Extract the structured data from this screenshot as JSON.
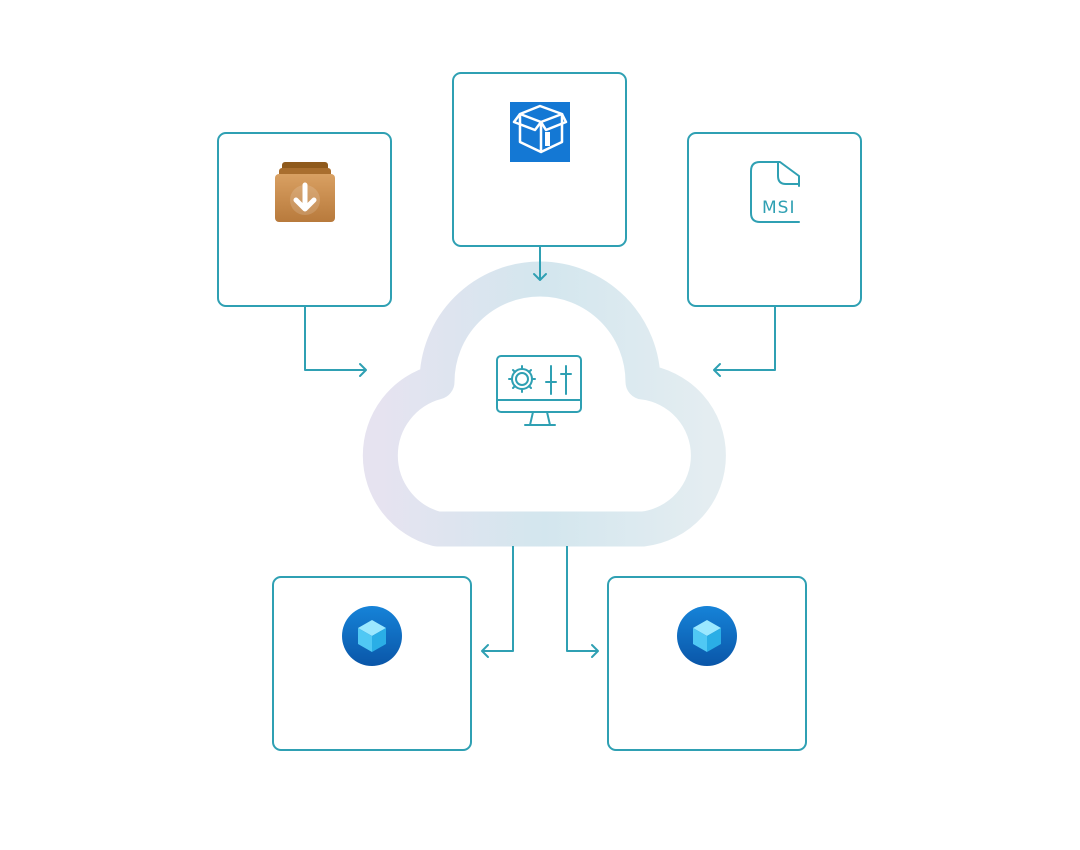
{
  "diagram": {
    "colors": {
      "accent": "#2fa0b3",
      "box_fill": "#ffffff",
      "cloud_gradient": [
        "#e6e3f0",
        "#d3e6ee",
        "#e4edf1"
      ],
      "package_orange": "#c8894a",
      "package_blue": "#1478d4",
      "cube_badge": "#0a66c2"
    },
    "nodes": [
      {
        "id": "source-archive",
        "icon": "archive-download-icon"
      },
      {
        "id": "source-package",
        "icon": "box-package-icon"
      },
      {
        "id": "source-msi",
        "icon": "msi-file-icon",
        "icon_text": "MSI"
      },
      {
        "id": "cloud-service",
        "icon": "monitor-settings-icon"
      },
      {
        "id": "target-left",
        "icon": "azure-cube-icon"
      },
      {
        "id": "target-right",
        "icon": "azure-cube-icon"
      }
    ],
    "edges": [
      {
        "from": "source-archive",
        "to": "cloud-service"
      },
      {
        "from": "source-package",
        "to": "cloud-service"
      },
      {
        "from": "source-msi",
        "to": "cloud-service"
      },
      {
        "from": "cloud-service",
        "to": "target-left"
      },
      {
        "from": "cloud-service",
        "to": "target-right"
      }
    ]
  }
}
